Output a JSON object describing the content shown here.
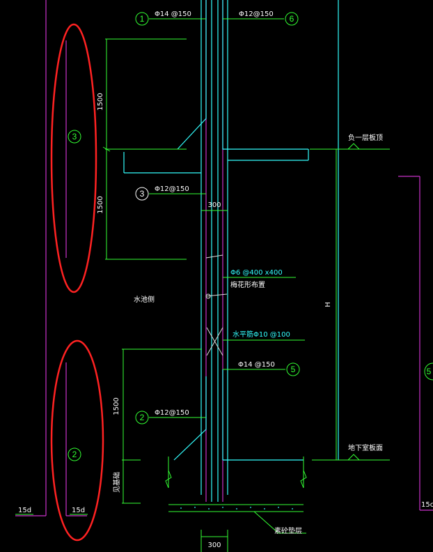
{
  "colors": {
    "bg": "#000000",
    "green": "#33ff33",
    "cyan": "#33ffff",
    "magenta": "#cc33cc",
    "white": "#ffffff",
    "red": "#ff2222",
    "yellow": "#ffff33"
  },
  "markers": {
    "m1": "1",
    "m6": "6",
    "m3_big": "3",
    "m3_small": "3",
    "m5": "5",
    "m2": "2",
    "m2_big": "2",
    "m5_edge": "5"
  },
  "labels": {
    "rebar_top_left": "Φ14 @150",
    "rebar_top_right": "Φ12@150",
    "rebar_3": "Φ12@150",
    "dim_300_top": "300",
    "dim_1500_a": "1500",
    "dim_1500_b": "1500",
    "dim_1500_c": "1500",
    "tie_bar": "Φ6 @400 x400",
    "tie_arrangement": "梅花形布置",
    "water_side": "水池侧",
    "horizontal_bar": "水平筋Φ10 @100",
    "rebar_5": "Φ14 @150",
    "rebar_2": "Φ12@150",
    "height": "H",
    "floor_1": "负一层板顶",
    "floor_basement": "地下室板面",
    "slab_thickness": "见基础",
    "plain_concrete": "素砼垫层",
    "dim_300_bottom": "300",
    "anchor_15d_a": "15d",
    "anchor_15d_b": "15d",
    "anchor_15d_c": "15c"
  }
}
